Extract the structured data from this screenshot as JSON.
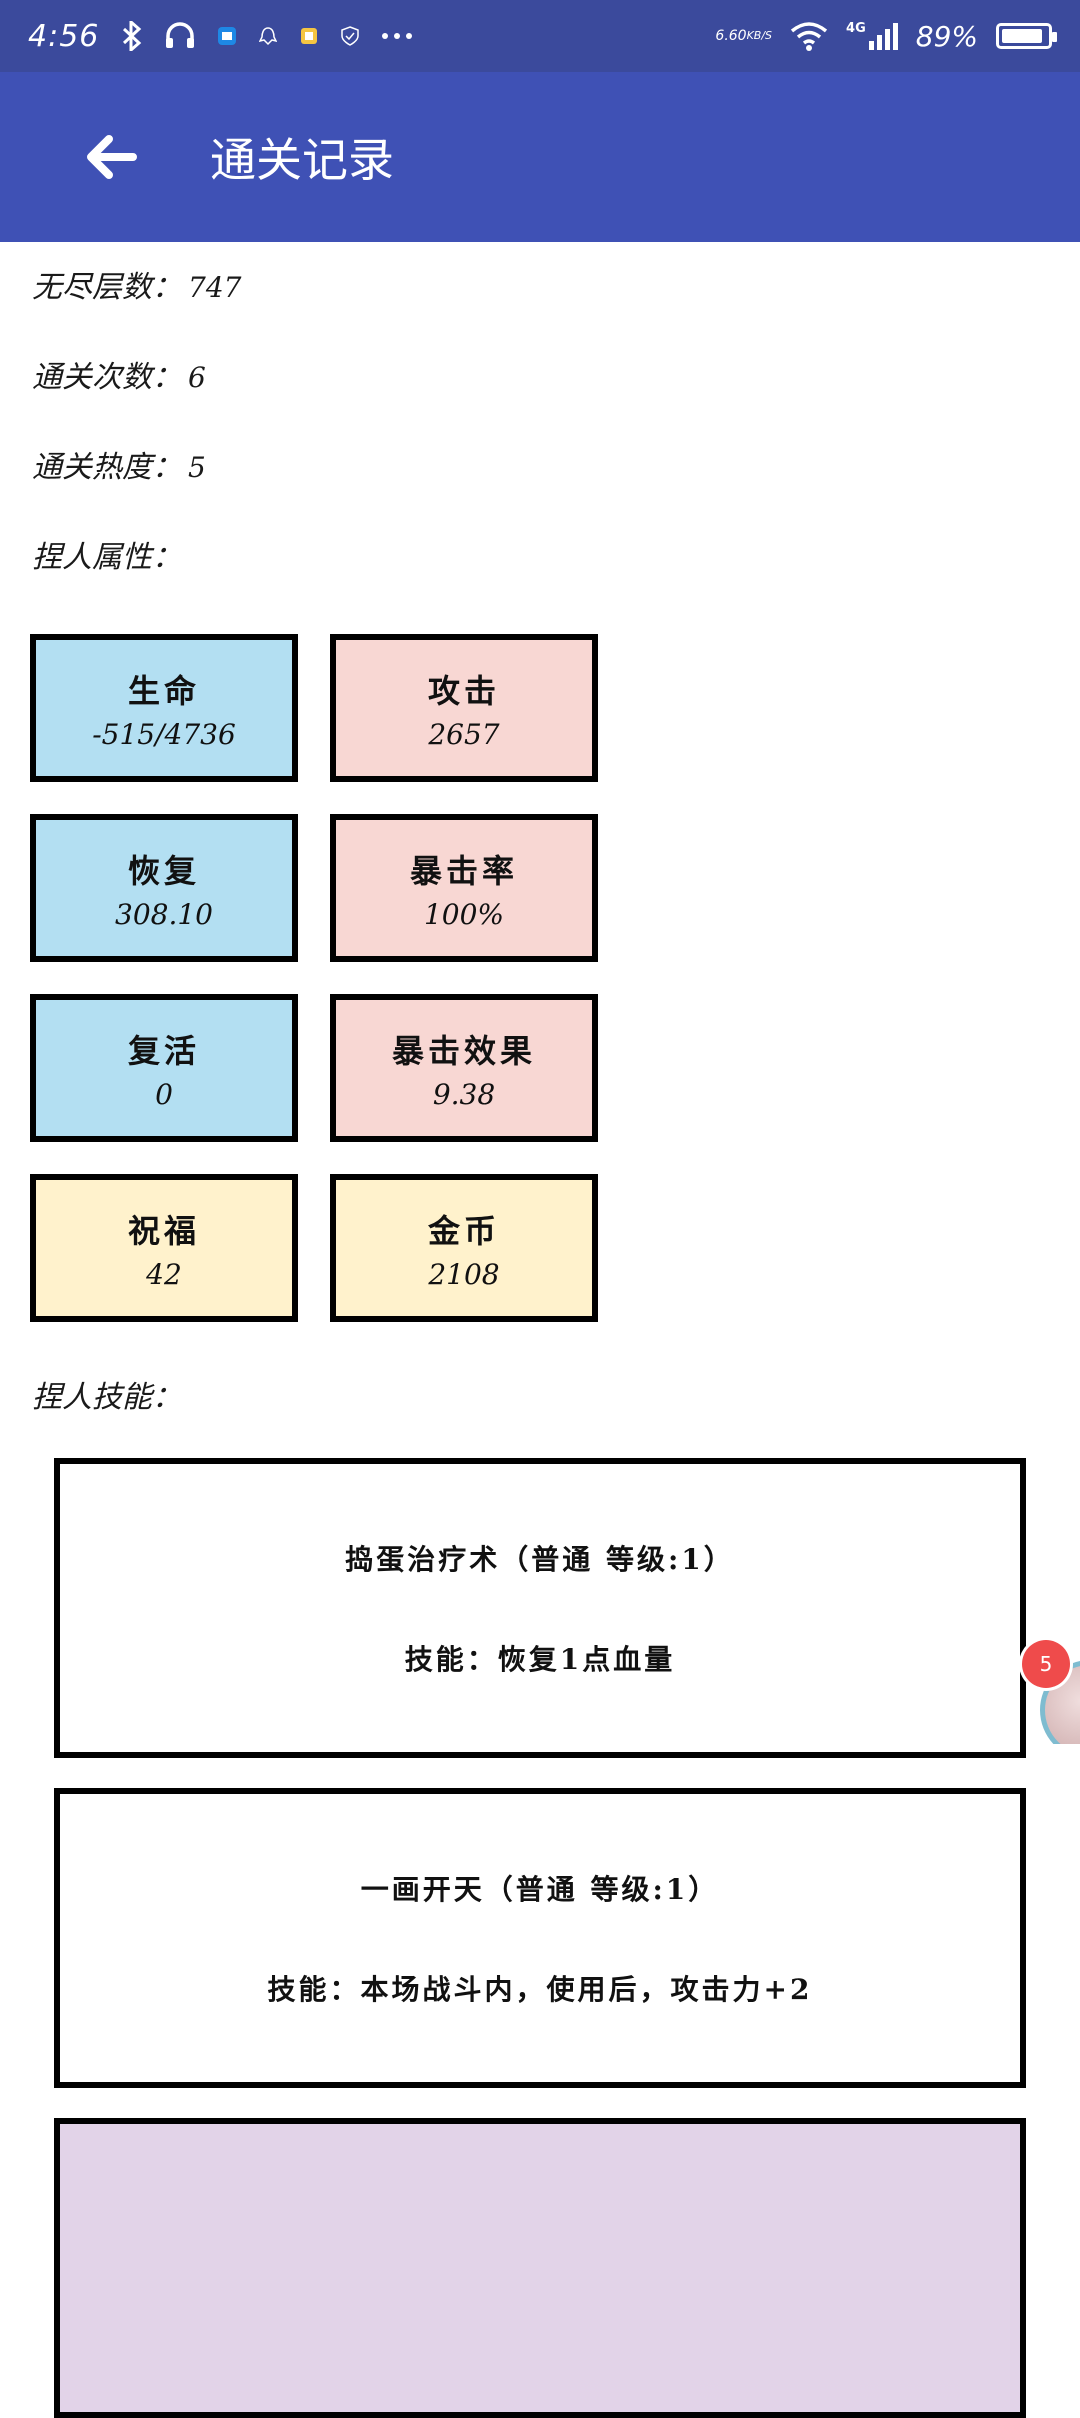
{
  "status_bar": {
    "time": "4:56",
    "network_speed": "6.60",
    "network_unit": "KB/S",
    "signal_type": "4G",
    "battery": "89%",
    "icons": [
      "bluetooth-icon",
      "headphones-icon",
      "app-icon",
      "qq-icon",
      "notification-icon",
      "shield-icon",
      "more-icon",
      "wifi-icon",
      "signal-icon",
      "battery-icon"
    ]
  },
  "app_bar": {
    "title": "通关记录",
    "back_icon": "arrow-left-icon"
  },
  "record": {
    "endless_label": "无尽层数：",
    "endless_value": "747",
    "clears_label": "通关次数：",
    "clears_value": "6",
    "heat_label": "通关热度：",
    "heat_value": "5",
    "attributes_label": "捏人属性：",
    "skills_label": "捏人技能："
  },
  "stats": [
    {
      "name": "生命",
      "value": "-515/4736",
      "color": "#b3dff2"
    },
    {
      "name": "攻击",
      "value": "2657",
      "color": "#f8d7d3"
    },
    {
      "name": "恢复",
      "value": "308.10",
      "color": "#b3dff2"
    },
    {
      "name": "暴击率",
      "value": "100%",
      "color": "#f8d7d3"
    },
    {
      "name": "复活",
      "value": "0",
      "color": "#b3dff2"
    },
    {
      "name": "暴击效果",
      "value": "9.38",
      "color": "#f8d7d3"
    },
    {
      "name": "祝福",
      "value": "42",
      "color": "#fff2cc"
    },
    {
      "name": "金币",
      "value": "2108",
      "color": "#fff2cc"
    }
  ],
  "skills": [
    {
      "name": "捣蛋治疗术（普通 等级:1）",
      "desc": "技能：恢复1点血量",
      "color": "#ffffff"
    },
    {
      "name": "一画开天（普通 等级:1）",
      "desc": "技能：本场战斗内，使用后，攻击力+2",
      "color": "#ffffff"
    },
    {
      "name": "",
      "desc": "",
      "color": "#e2d3e8"
    }
  ],
  "floating": {
    "badge": "5"
  }
}
